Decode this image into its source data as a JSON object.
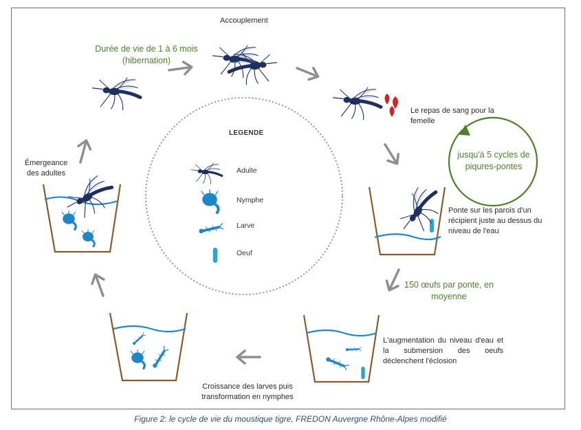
{
  "labels": {
    "mating": "Accouplement",
    "lifespan": "Durée de vie de 1 à 6 mois (hibernation)",
    "blood_meal": "Le repas de sang pour la femelle",
    "cycles": "jusqu'à 5 cycles de piqures-pontes",
    "laying": "Ponte sur les parois d'un récipient juste au dessus du niveau de l'eau",
    "eggs_count": "150 œufs par ponte, en moyenne",
    "hatching": "L'augmentation du niveau d'eau et la submersion des oeufs déclenchent l'éclosion",
    "larvae_growth": "Croissance des larves puis transformation en nymphes",
    "emergence": "Émergeance des adultes"
  },
  "legend": {
    "title": "LEGENDE",
    "items": [
      "Adulte",
      "Nymphe",
      "Larve",
      "Oeuf"
    ]
  },
  "caption": "Figure 2: le cycle de vie du moustique tigre, FREDON Auvergne Rhône-Alpes modifié",
  "colors": {
    "mosquito": "#1f2f5e",
    "water": "#1f86c8",
    "cup": "#8a5a2b",
    "blood": "#d0242b",
    "green": "#4f7f2a",
    "arrow": "#8f8f8f",
    "caption": "#2e4d77"
  }
}
